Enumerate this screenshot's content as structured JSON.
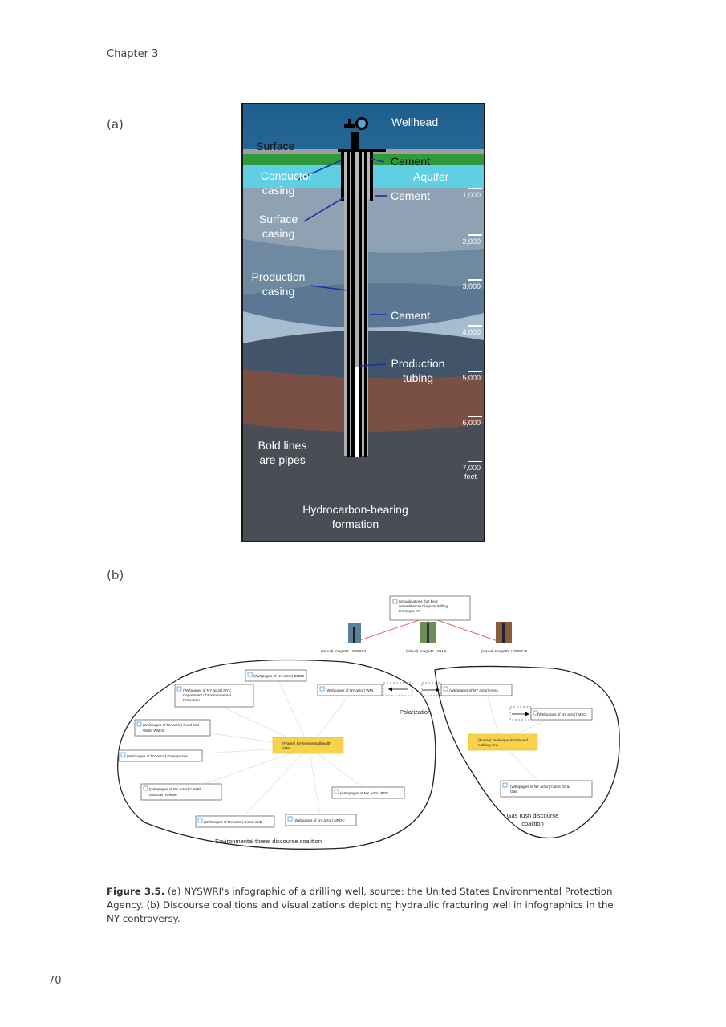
{
  "header": {
    "chapter": "Chapter 3"
  },
  "panel_a": {
    "label": "(a)",
    "labels": {
      "wellhead": "Wellhead",
      "surface": "Surface",
      "cement_top": "Cement",
      "conductor_1": "Conductor",
      "conductor_2": "casing",
      "aquifer": "Aquifer",
      "cement_mid": "Cement",
      "surface_casing_1": "Surface",
      "surface_casing_2": "casing",
      "production_casing_1": "Production",
      "production_casing_2": "casing",
      "cement_low": "Cement",
      "production_tubing_1": "Production",
      "production_tubing_2": "tubing",
      "bold_lines_1": "Bold lines",
      "bold_lines_2": "are pipes",
      "formation_1": "Hydrocarbon-bearing",
      "formation_2": "formation"
    },
    "depth_ticks": [
      "1,000",
      "2,000",
      "3,000",
      "4,000",
      "5,000",
      "6,000",
      "7,000"
    ],
    "depth_unit": "feet"
  },
  "panel_b": {
    "label": "(b)",
    "top_node": [
      "(Visualizations that bear",
      "resemblance) Diagram drilling",
      "technique NY"
    ],
    "images": [
      "(Visual) ImageID: USWRI-3",
      "(Visual) ImageID: USH-6",
      "(Visual) ImageID: USMSC-6"
    ],
    "env_nodes": {
      "drbc": "(Webpages of NY actor) DRBC",
      "nyc_1": "(Webpages of NY actor) NYC",
      "nyc_2": "Department of Environmental",
      "nyc_3": "Protection",
      "wri": "(Webpages of NY actor) WRI",
      "fww_1": "(Webpages of NY actor) Food and",
      "fww_2": "Water Watch",
      "greenpeace": "(Webpages of NY actor) Greenpeace",
      "frame_env_1": "(Frame) Environmental/health",
      "frame_env_2": "risks",
      "catskill_1": "(Webpages of NY actor) Catskill",
      "catskill_2": "Mountain Keeper",
      "psr": "(Webpages of NY actor) PSR",
      "sierra": "(Webpages of NY actor) Sierra club",
      "nrdc": "(Webpages of NY actor) NRDC"
    },
    "gas_nodes": {
      "hess": "(Webpages of NY actor) Hess",
      "msc": "(Webpages of NY actor) MSC",
      "frame_safe_1": "(Frame) Technique is safe and",
      "frame_safe_2": "nothing new",
      "cabot_1": "(Webpages of NY actor) Cabot Oil &",
      "cabot_2": "Gas"
    },
    "polarization": "Polarization",
    "env_coalition": "Environmental threat discourse coalition",
    "gas_coalition_1": "Gas rush discourse",
    "gas_coalition_2": "coalition"
  },
  "caption": {
    "bold": "Figure 3.5.",
    "text": " (a) NYSWRI's infographic of a drilling well, source: the United States Environmental Protection Agency. (b) Discourse coalitions and visualizations depicting hydraulic fracturing well in infographics in the NY controversy."
  },
  "page_number": "70",
  "colors": {
    "accent_frame": "#f7d24a",
    "sky": "#2b6f9e",
    "grass": "#2e9a3c",
    "aquifer": "#5fd0e4",
    "rock_brown": "#7a5044"
  }
}
